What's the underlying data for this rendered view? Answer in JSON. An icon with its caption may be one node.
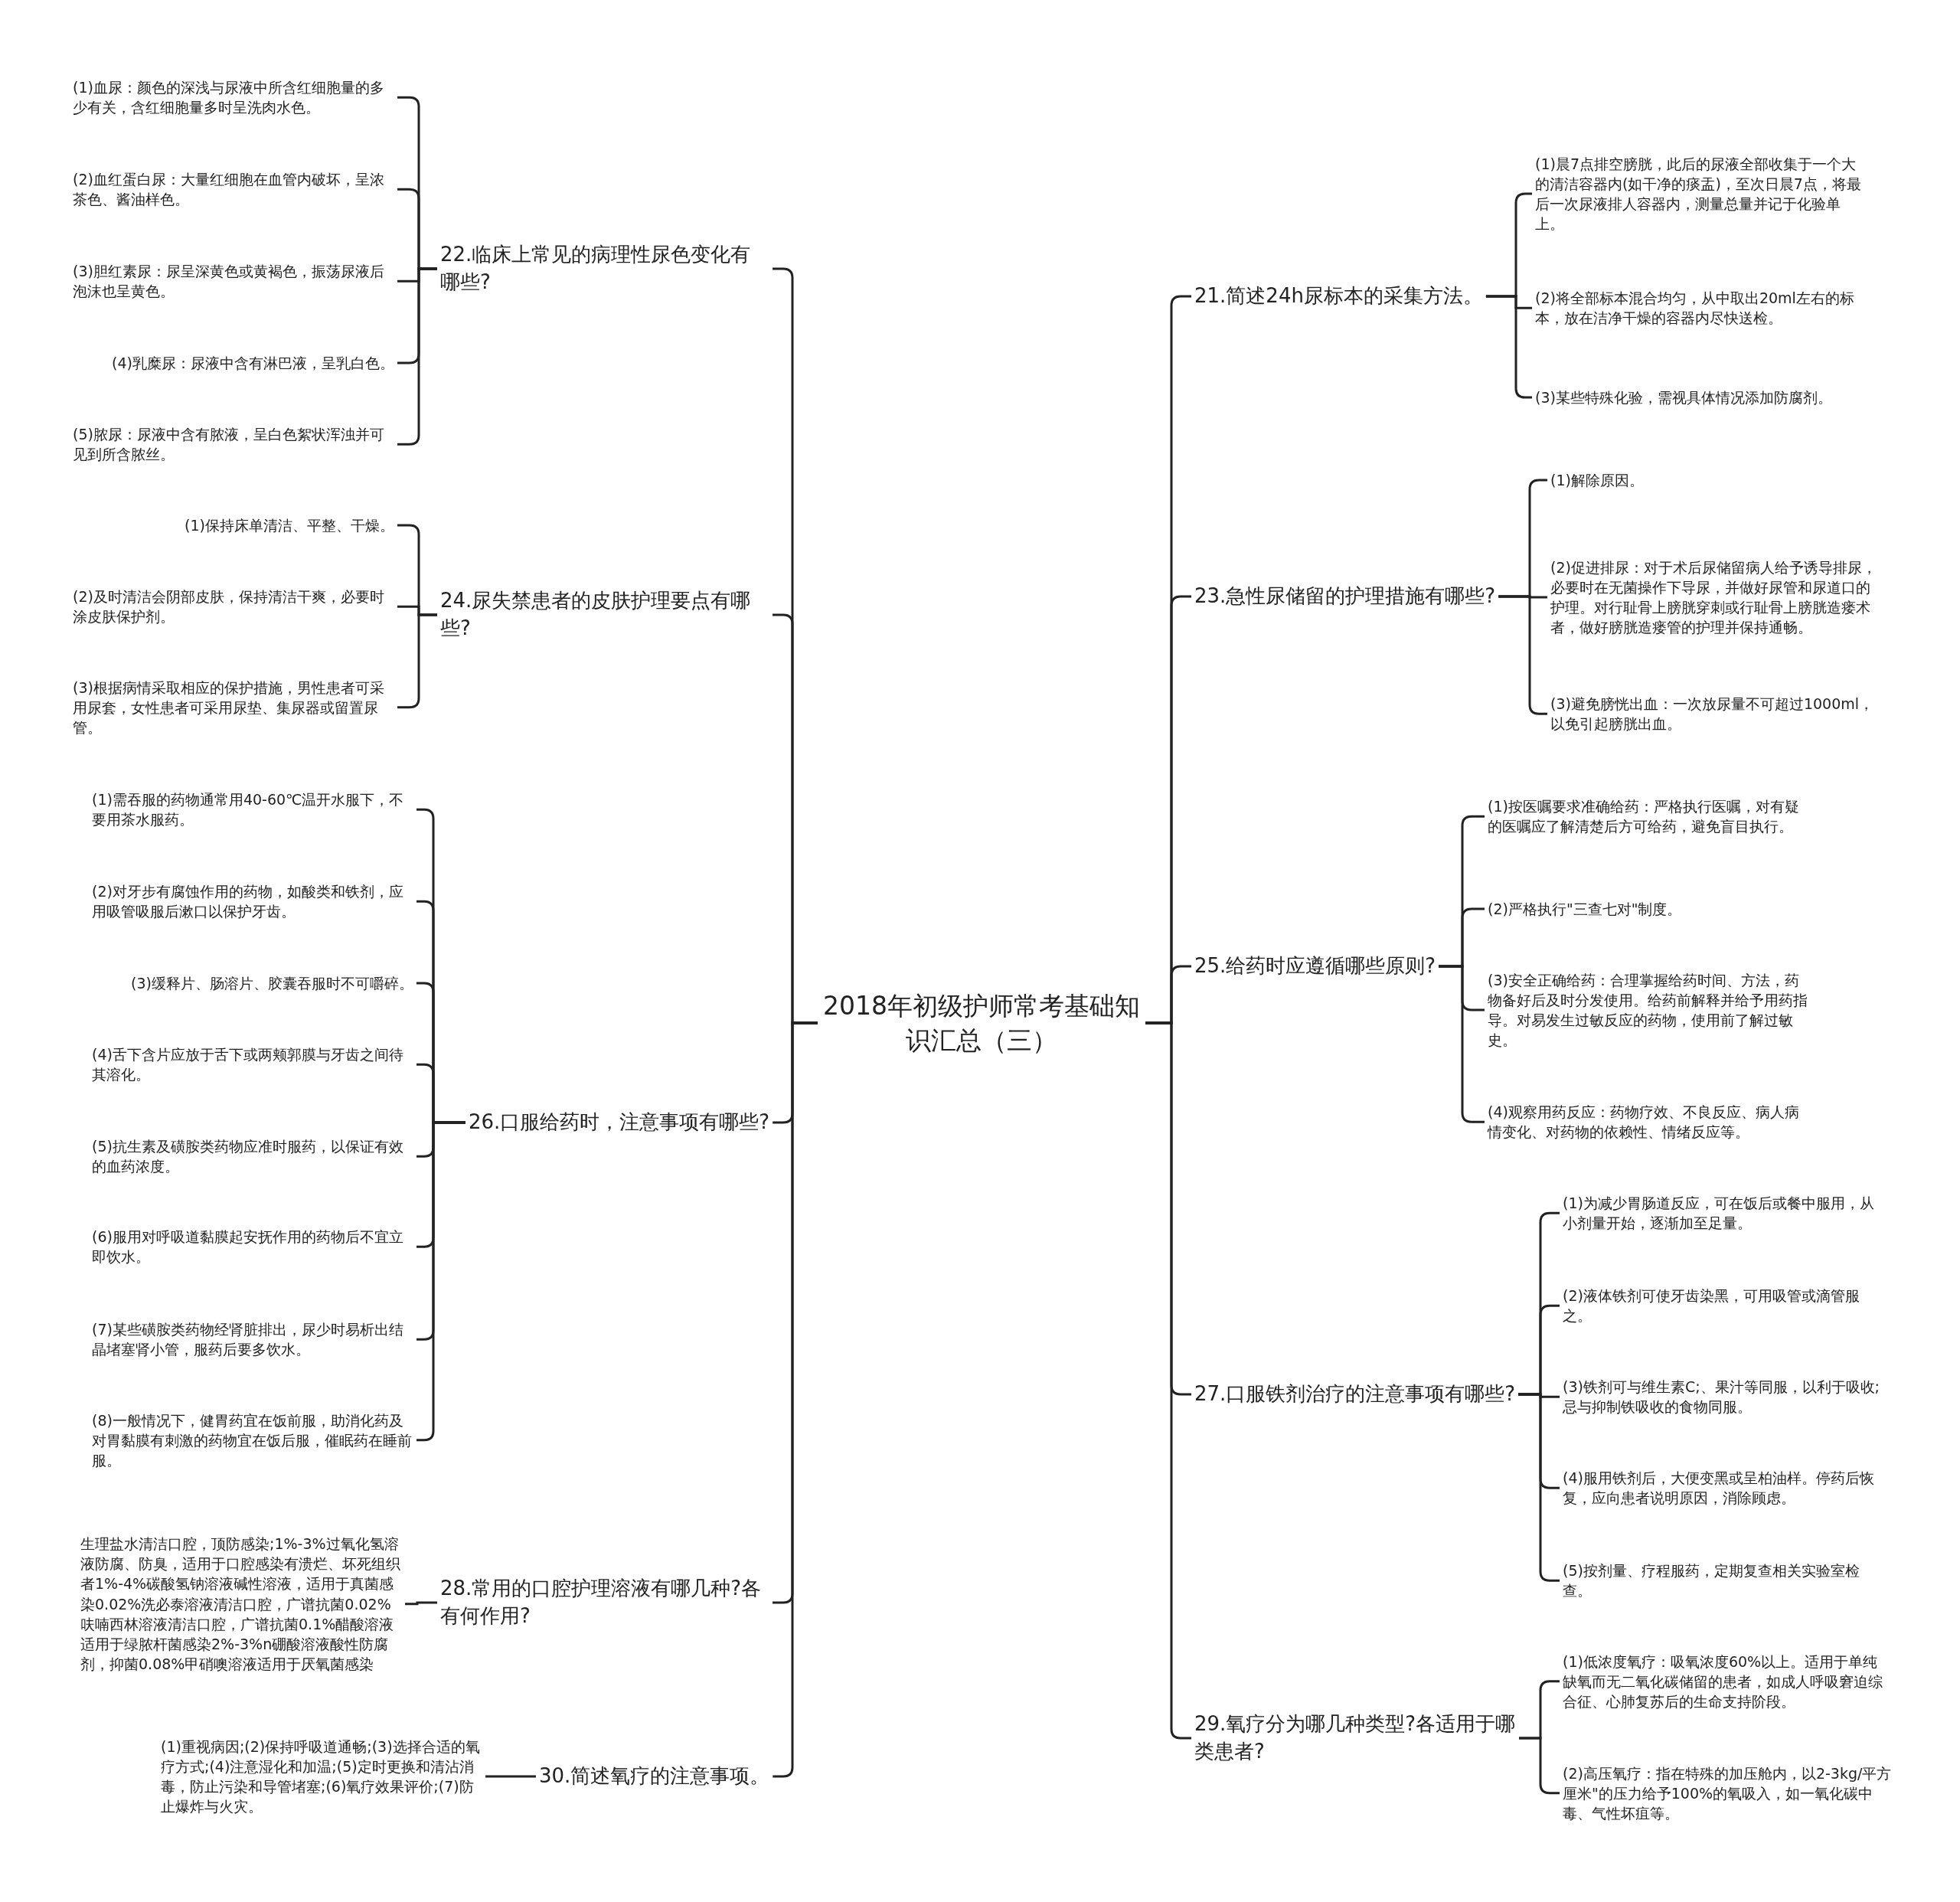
{
  "diagram": {
    "nodes": [
      {
        "text": [
          "2018年初级护师常考基础知识汇总（三）"
        ]
      },
      {
        "text": [
          "21.简述24h尿标本的采集方法。"
        ]
      },
      {
        "text": [
          "(1)晨7点排空膀胱，此后的尿液全部收集于一个大的清洁容器内(如干净的痰盂)，至次日晨7点，将最后一次尿液排人容器内，测量总量并记于化验单上。"
        ]
      },
      {
        "text": [
          "(2)将全部标本混合均匀，从中取出20ml左右的标本，放在洁净干燥的容器内尽快送检。"
        ]
      },
      {
        "text": [
          "(3)某些特殊化验，需视具体情况添加防腐剂。"
        ]
      },
      {
        "text": [
          "22.临床上常见的病理性尿色变化有哪些?"
        ]
      },
      {
        "text": [
          "(1)血尿：颜色的深浅与尿液中所含红细胞量的多少有关，含红细胞量多时呈洗肉水色。"
        ]
      },
      {
        "text": [
          "(2)血红蛋白尿：大量红细胞在血管内破坏，呈浓茶色、酱油样色。"
        ]
      },
      {
        "text": [
          "(3)胆红素尿：尿呈深黄色或黄褐色，振荡尿液后泡沫也呈黄色。"
        ]
      },
      {
        "text": [
          "(4)乳糜尿：尿液中含有淋巴液，呈乳白色。"
        ]
      },
      {
        "text": [
          "(5)脓尿：尿液中含有脓液，呈白色絮状浑浊并可见到所含脓丝。"
        ]
      },
      {
        "text": [
          "23.急性尿储留的护理措施有哪些?"
        ]
      },
      {
        "text": [
          "(1)解除原因。"
        ]
      },
      {
        "text": [
          "(2)促进排尿：对于术后尿储留病人给予诱导排尿，必要时在无菌操作下导尿，并做好尿管和尿道口的护理。对行耻骨上膀胱穿刺或行耻骨上膀胱造瘘术者，做好膀胱造瘘管的护理并保持通畅。"
        ]
      },
      {
        "text": [
          "(3)避免膀恍出血：一次放尿量不可超过1000ml，以免引起膀胱出血。"
        ]
      },
      {
        "text": [
          "24.尿失禁患者的皮肤护理要点有哪些?"
        ]
      },
      {
        "text": [
          "(1)保持床单清洁、平整、干燥。"
        ]
      },
      {
        "text": [
          "(2)及时清洁会阴部皮肤，保持清洁干爽，必要时涂皮肤保护剂。"
        ]
      },
      {
        "text": [
          "(3)根据病情采取相应的保护措施，男性患者可采用尿套，女性患者可采用尿垫、集尿器或留置尿管。"
        ]
      },
      {
        "text": [
          "25.给药时应遵循哪些原则?"
        ]
      },
      {
        "text": [
          "(1)按医嘱要求准确给药：严格执行医嘱，对有疑的医嘱应了解清楚后方可给药，避免盲目执行。"
        ]
      },
      {
        "text": [
          "(2)严格执行\"三查七对\"制度。"
        ]
      },
      {
        "text": [
          "(3)安全正确给药：合理掌握给药时间、方法，药物备好后及时分发使用。给药前解释并给予用药指导。对易发生过敏反应的药物，使用前了解过敏史。"
        ]
      },
      {
        "text": [
          "(4)观察用药反应：药物疗效、不良反应、病人病情变化、对药物的依赖性、情绪反应等。"
        ]
      },
      {
        "text": [
          "26.口服给药时，注意事项有哪些?"
        ]
      },
      {
        "text": [
          "(1)需吞服的药物通常用40-60℃温开水服下，不要用茶水服药。"
        ]
      },
      {
        "text": [
          "(2)对牙步有腐蚀作用的药物，如酸类和铁剂，应用吸管吸服后漱口以保护牙齿。"
        ]
      },
      {
        "text": [
          "(3)缓释片、肠溶片、胶囊吞服时不可嚼碎。"
        ]
      },
      {
        "text": [
          "(4)舌下含片应放于舌下或两颊郭膜与牙齿之间待其溶化。"
        ]
      },
      {
        "text": [
          "(5)抗生素及磺胺类药物应准时服药，以保证有效的血药浓度。"
        ]
      },
      {
        "text": [
          "(6)服用对呼吸道黏膜起安抚作用的药物后不宜立即饮水。"
        ]
      },
      {
        "text": [
          "(7)某些磺胺类药物经肾脏排出，尿少时易析出结晶堵塞肾小管，服药后要多饮水。"
        ]
      },
      {
        "text": [
          "(8)一般情况下，健胃药宜在饭前服，助消化药及对胃黏膜有刺激的药物宜在饭后服，催眠药在睡前服。"
        ]
      },
      {
        "text": [
          "27.口服铁剂治疗的注意事项有哪些?"
        ]
      },
      {
        "text": [
          "(1)为减少胃肠道反应，可在饭后或餐中服用，从小剂量开始，逐渐加至足量。"
        ]
      },
      {
        "text": [
          "(2)液体铁剂可使牙齿染黑，可用吸管或滴管服之。"
        ]
      },
      {
        "text": [
          "(3)铁剂可与维生素C;、果汁等同服，以利于吸收;忌与抑制铁吸收的食物同服。"
        ]
      },
      {
        "text": [
          "(4)服用铁剂后，大便变黑或呈柏油样。停药后恢复，应向患者说明原因，消除顾虑。"
        ]
      },
      {
        "text": [
          "(5)按剂量、疗程服药，定期复查相关实验室检查。"
        ]
      },
      {
        "text": [
          "28.常用的口腔护理溶液有哪几种?各有何作用?"
        ]
      },
      {
        "text": [
          "生理盐水清洁口腔，顶防感染;1%-3%过氧化氢溶液防腐、防臭，适用于口腔感染有溃烂、坏死组织者1%-4%碳酸氢钠溶液碱性溶液，适用于真菌感染0.02%洗必泰溶液清洁口腔，广谱抗菌0.02%呋喃西林溶液清洁口腔，广谱抗菌0.1%醋酸溶液适用于绿脓杆菌感染2%-3%n硼酸溶液酸性防腐剂，抑菌0.08%甲硝噢溶液适用于厌氧菌感染"
        ]
      },
      {
        "text": [
          "29.氧疗分为哪几种类型?各适用于哪类患者?"
        ]
      },
      {
        "text": [
          "(1)低浓度氧疗：吸氧浓度60%以上。适用于单纯缺氧而无二氧化碳储留的患者，如成人呼吸窘迫综合征、心肺复苏后的生命支持阶段。"
        ]
      },
      {
        "text": [
          "(2)高压氧疗：指在特殊的加压舱内，以2-3kg/平方厘米\"的压力给予100%的氧吸入，如一氧化碳中毒、气性坏疽等。"
        ]
      },
      {
        "text": [
          "30.简述氧疗的注意事项。"
        ]
      },
      {
        "text": [
          "(1)重视病因;(2)保持呼吸道通畅;(3)选择合适的氧疗方式;(4)注意湿化和加温;(5)定时更换和清沾消毒，防止污染和导管堵塞;(6)氧疗效果评价;(7)防止爆炸与火灾。"
        ]
      }
    ],
    "edges": [
      {
        "from": 0,
        "to": 1,
        "arrow": "none"
      },
      {
        "from": 1,
        "to": 2,
        "arrow": "none"
      },
      {
        "from": 1,
        "to": 3,
        "arrow": "none"
      },
      {
        "from": 1,
        "to": 4,
        "arrow": "none"
      },
      {
        "from": 0,
        "to": 5,
        "arrow": "none"
      },
      {
        "from": 5,
        "to": 6,
        "arrow": "none"
      },
      {
        "from": 5,
        "to": 7,
        "arrow": "none"
      },
      {
        "from": 5,
        "to": 8,
        "arrow": "none"
      },
      {
        "from": 5,
        "to": 9,
        "arrow": "none"
      },
      {
        "from": 5,
        "to": 10,
        "arrow": "none"
      },
      {
        "from": 0,
        "to": 11,
        "arrow": "none"
      },
      {
        "from": 11,
        "to": 12,
        "arrow": "none"
      },
      {
        "from": 11,
        "to": 13,
        "arrow": "none"
      },
      {
        "from": 11,
        "to": 14,
        "arrow": "none"
      },
      {
        "from": 0,
        "to": 15,
        "arrow": "none"
      },
      {
        "from": 15,
        "to": 16,
        "arrow": "none"
      },
      {
        "from": 15,
        "to": 17,
        "arrow": "none"
      },
      {
        "from": 15,
        "to": 18,
        "arrow": "none"
      },
      {
        "from": 0,
        "to": 19,
        "arrow": "none"
      },
      {
        "from": 19,
        "to": 20,
        "arrow": "none"
      },
      {
        "from": 19,
        "to": 21,
        "arrow": "none"
      },
      {
        "from": 19,
        "to": 22,
        "arrow": "none"
      },
      {
        "from": 19,
        "to": 23,
        "arrow": "none"
      },
      {
        "from": 0,
        "to": 24,
        "arrow": "none"
      },
      {
        "from": 24,
        "to": 25,
        "arrow": "none"
      },
      {
        "from": 24,
        "to": 26,
        "arrow": "none"
      },
      {
        "from": 24,
        "to": 27,
        "arrow": "none"
      },
      {
        "from": 24,
        "to": 28,
        "arrow": "none"
      },
      {
        "from": 24,
        "to": 29,
        "arrow": "none"
      },
      {
        "from": 24,
        "to": 30,
        "arrow": "none"
      },
      {
        "from": 24,
        "to": 31,
        "arrow": "none"
      },
      {
        "from": 24,
        "to": 32,
        "arrow": "none"
      },
      {
        "from": 0,
        "to": 33,
        "arrow": "none"
      },
      {
        "from": 33,
        "to": 34,
        "arrow": "none"
      },
      {
        "from": 33,
        "to": 35,
        "arrow": "none"
      },
      {
        "from": 33,
        "to": 36,
        "arrow": "none"
      },
      {
        "from": 33,
        "to": 37,
        "arrow": "none"
      },
      {
        "from": 33,
        "to": 38,
        "arrow": "none"
      },
      {
        "from": 0,
        "to": 39,
        "arrow": "none"
      },
      {
        "from": 39,
        "to": 40,
        "arrow": "none"
      },
      {
        "from": 0,
        "to": 41,
        "arrow": "none"
      },
      {
        "from": 41,
        "to": 42,
        "arrow": "none"
      },
      {
        "from": 41,
        "to": 43,
        "arrow": "none"
      },
      {
        "from": 0,
        "to": 44,
        "arrow": "none"
      },
      {
        "from": 44,
        "to": 45,
        "arrow": "none"
      }
    ]
  }
}
